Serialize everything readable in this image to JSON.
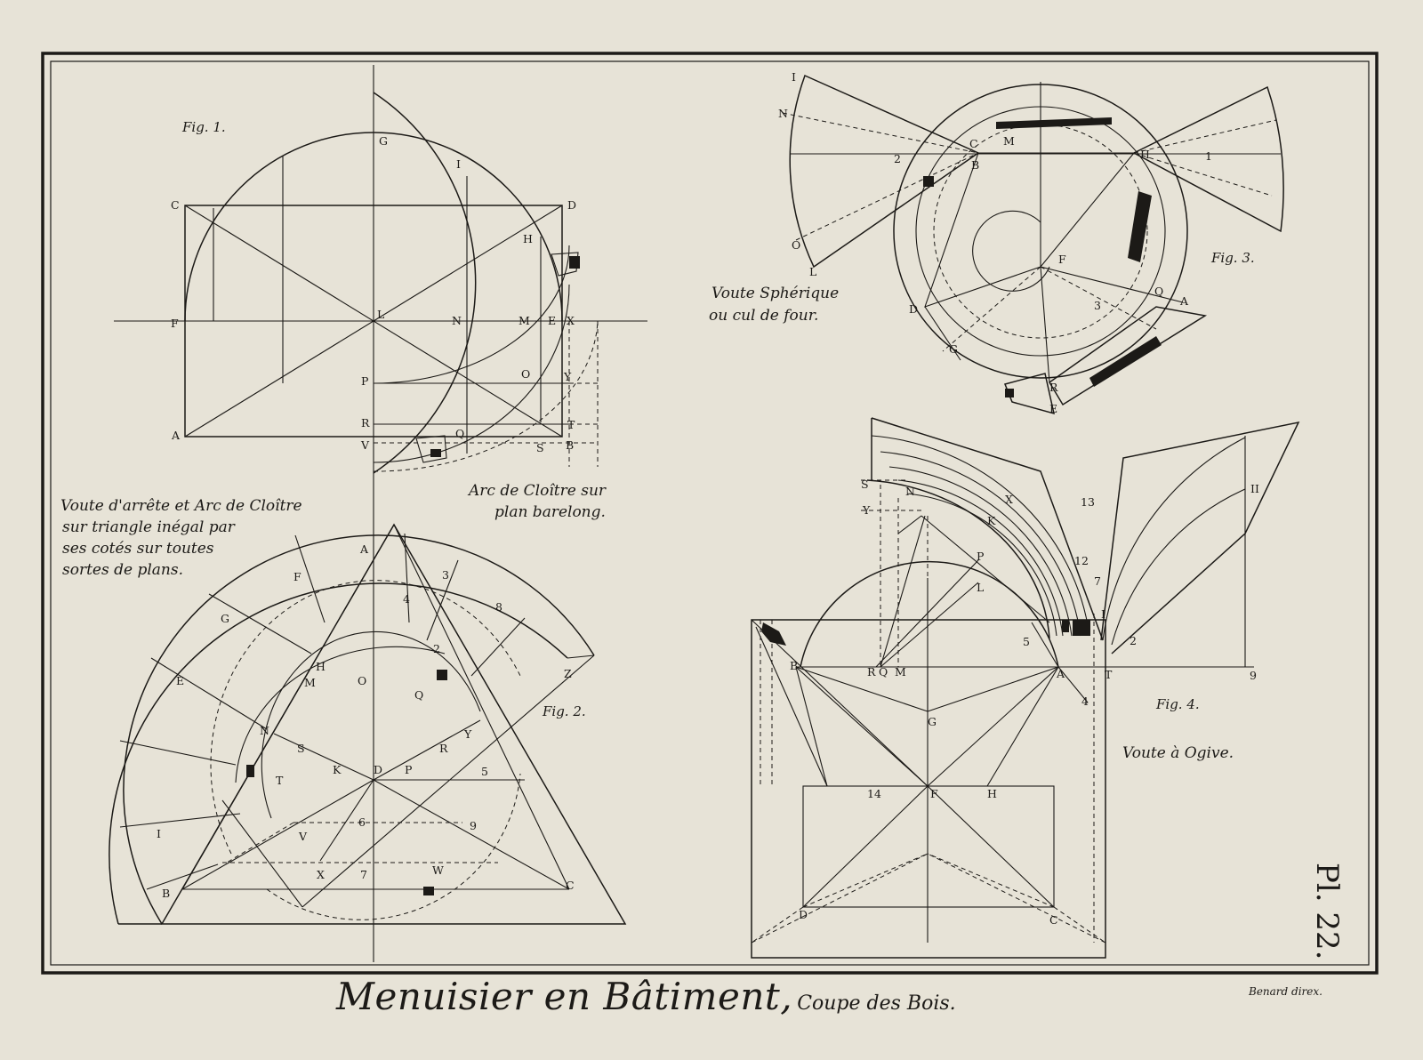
{
  "title": {
    "main": "Menuisier en Bâtiment,",
    "sub": "Coupe des Bois."
  },
  "engraver": "Benard direx.",
  "plate_number": "Pl. 22.",
  "figures": {
    "fig1": {
      "label": "Fig. 1.",
      "caption_line1": "Arc de Cloître sur",
      "caption_line2": "plan barelong."
    },
    "fig2": {
      "label": "Fig. 2.",
      "caption_line1": "Voute d'arrête et Arc de Cloître",
      "caption_line2": "sur triangle inégal par",
      "caption_line3": "ses cotés sur toutes",
      "caption_line4": "sortes de plans."
    },
    "fig3": {
      "label": "Fig. 3.",
      "caption_line1": "Voute Sphérique",
      "caption_line2": "ou cul de four."
    },
    "fig4": {
      "label": "Fig. 4.",
      "caption_line1": "Voute à Ogive."
    }
  },
  "letters": {
    "fig1": [
      "G",
      "I",
      "C",
      "D",
      "H",
      "F",
      "L",
      "N",
      "M",
      "E",
      "X",
      "P",
      "O",
      "Y",
      "R",
      "T",
      "V",
      "Q",
      "S",
      "B",
      "A"
    ],
    "fig2": [
      "A",
      "3",
      "F",
      "G",
      "4",
      "8",
      "2",
      "E",
      "H",
      "O",
      "M",
      "Q",
      "Z",
      "N",
      "S",
      "R",
      "Y",
      "K",
      "D",
      "P",
      "5",
      "T",
      "V",
      "6",
      "9",
      "X",
      "7",
      "W",
      "B",
      "C",
      "I"
    ],
    "fig3": [
      "I",
      "N",
      "2",
      "C",
      "B",
      "M",
      "H",
      "1",
      "O",
      "L",
      "F",
      "D",
      "Q",
      "A",
      "3",
      "G",
      "R",
      "E"
    ],
    "fig4": [
      "S",
      "N",
      "X",
      "Y",
      "13",
      "K",
      "II",
      "P",
      "L",
      "12",
      "I",
      "B",
      "R",
      "Q",
      "M",
      "A",
      "T",
      "2",
      "9",
      "4",
      "G",
      "14",
      "F",
      "H",
      "D",
      "C",
      "5",
      "7"
    ]
  },
  "colors": {
    "paper": "#e7e3d7",
    "ink": "#1c1a17"
  }
}
